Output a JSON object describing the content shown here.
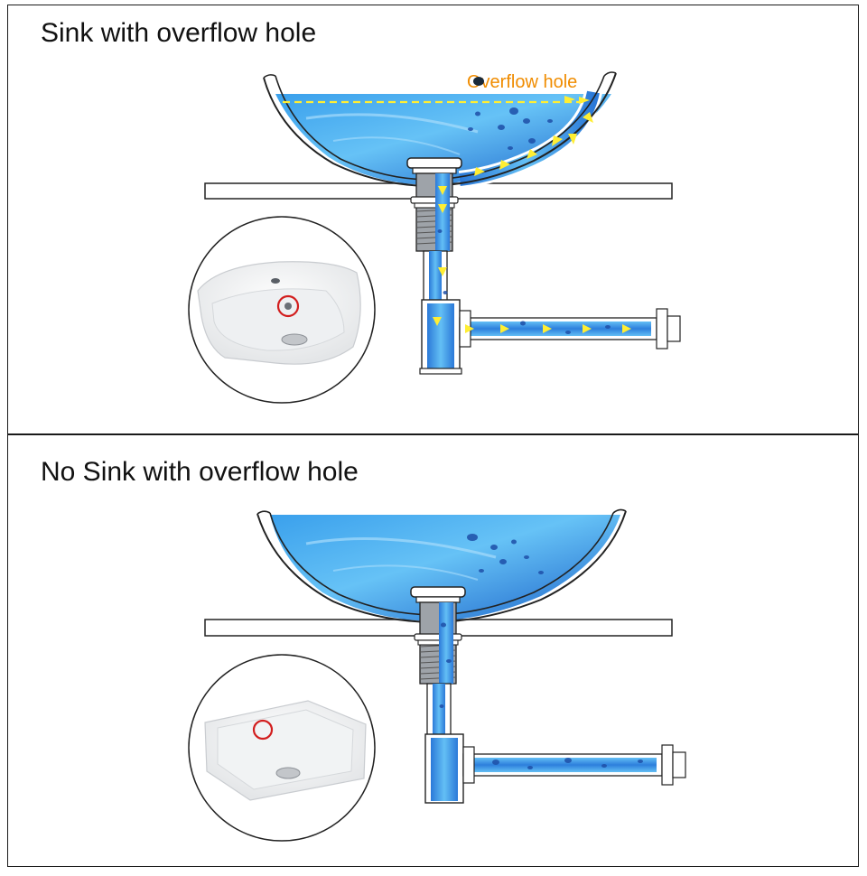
{
  "panels": [
    {
      "id": "with-overflow",
      "title": "Sink with overflow hole",
      "overflow_label": "Overflow hole",
      "overflow_label_color": "#f08c00",
      "has_overflow_hole": true
    },
    {
      "id": "without-overflow",
      "title": "No Sink with overflow hole",
      "has_overflow_hole": false
    }
  ],
  "colors": {
    "water_light": "#6ec6f5",
    "water_dark": "#1a5fc8",
    "flow_arrow": "#ffee33",
    "outline": "#222222",
    "marker_ring": "#d21e1e",
    "metal": "#b8bcc2"
  },
  "icons": {
    "flow_arrow": "arrow-icon",
    "water_bubble": "bubble-icon",
    "marker": "red-circle-marker"
  }
}
